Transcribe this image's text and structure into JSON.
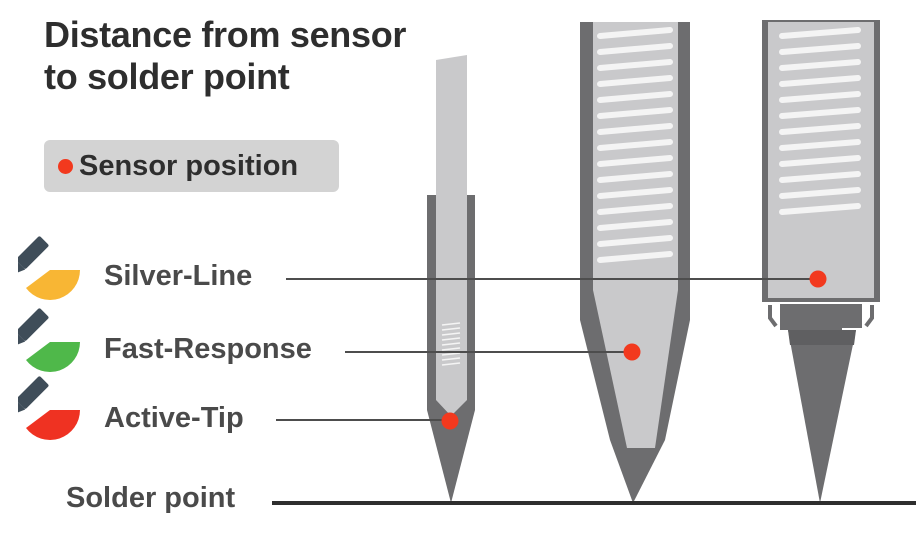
{
  "title": {
    "line1": "Distance from sensor",
    "line2": "to solder point"
  },
  "legend": {
    "label": "Sensor position",
    "dot_color": "#f2391e"
  },
  "tip_types": [
    {
      "label": "Silver-Line",
      "accent_color": "#f8b634",
      "icon": "soldering-tip-icon"
    },
    {
      "label": "Fast-Response",
      "accent_color": "#4fb84a",
      "icon": "soldering-tip-icon"
    },
    {
      "label": "Active-Tip",
      "accent_color": "#ef3222",
      "icon": "soldering-tip-icon"
    }
  ],
  "baseline": {
    "label": "Solder point"
  }
}
